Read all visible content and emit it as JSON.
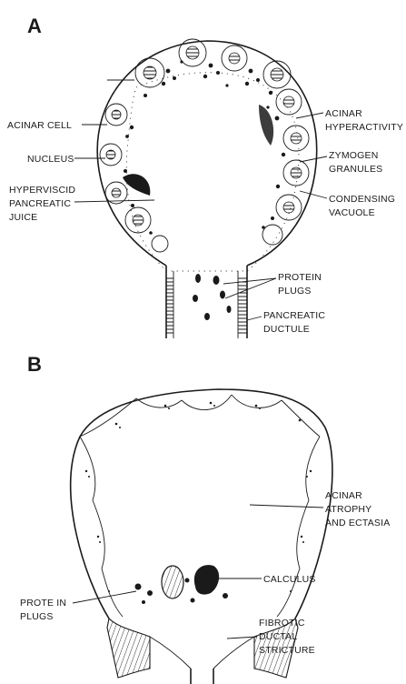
{
  "panel_a": {
    "letter": "A",
    "labels": {
      "acinar_cell": "ACINAR CELL",
      "nucleus": "NUCLEUS",
      "juice_1": "HYPERVISCID",
      "juice_2": "PANCREATIC",
      "juice_3": "JUICE",
      "hyper_1": "ACINAR",
      "hyper_2": "HYPERACTIVITY",
      "zymo_1": "ZYMOGEN",
      "zymo_2": "GRANULES",
      "cond_1": "CONDENSING",
      "cond_2": "VACUOLE",
      "plugs_1": "PROTEIN",
      "plugs_2": "PLUGS",
      "ductule_1": "PANCREATIC",
      "ductule_2": "DUCTULE"
    }
  },
  "panel_b": {
    "letter": "B",
    "labels": {
      "atrophy_1": "ACINAR",
      "atrophy_2": "ATROPHY",
      "atrophy_3": "AND ECTASIA",
      "calculus": "CALCULUS",
      "plugs_1": "PROTE IN",
      "plugs_2": "PLUGS",
      "stricture_1": "FIBROTIC",
      "stricture_2": "DUCTAL",
      "stricture_3": "STRICTURE"
    }
  }
}
